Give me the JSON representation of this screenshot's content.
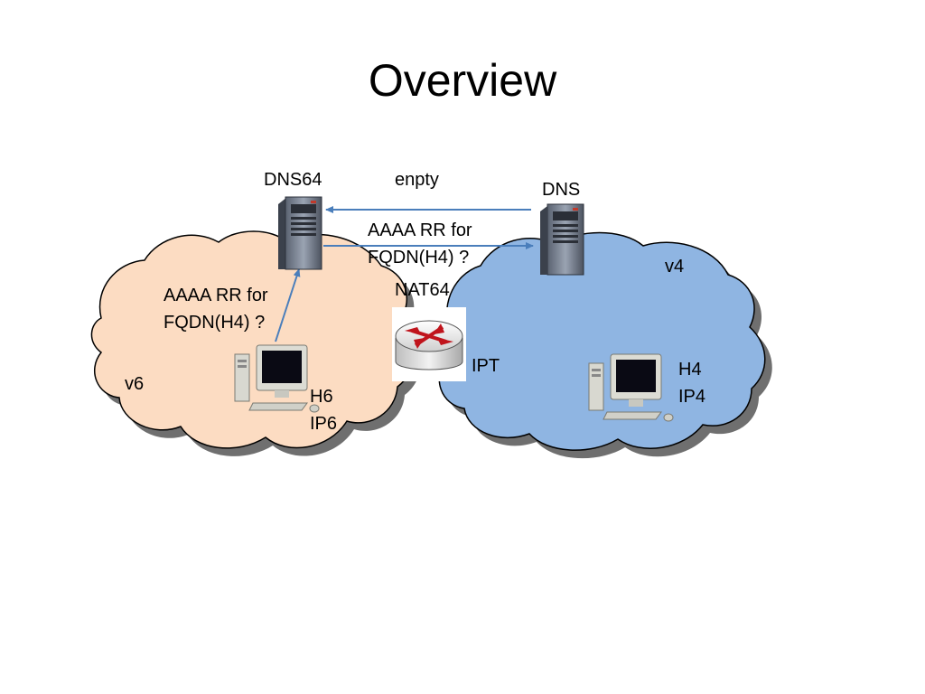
{
  "slide": {
    "title": "Overview"
  },
  "diagram": {
    "v6_cloud_label": "v6",
    "v4_cloud_label": "v4",
    "dns64_label": "DNS64",
    "dns_label": "DNS",
    "nat64_label": "NAT64",
    "ipt_label": "IPT",
    "h6_host": [
      "H6",
      "IP6"
    ],
    "h4_host": [
      "H4",
      "IP4"
    ],
    "query_from_h6": [
      "AAAA RR for",
      "FQDN(H4) ?"
    ],
    "query_to_dns": [
      "AAAA RR for",
      "FQDN(H4) ?"
    ],
    "response_from_dns": "enpty",
    "colors": {
      "v6_cloud": "#fcdcc2",
      "v4_cloud": "#8fb5e2",
      "arrow": "#4a7ebb"
    }
  }
}
